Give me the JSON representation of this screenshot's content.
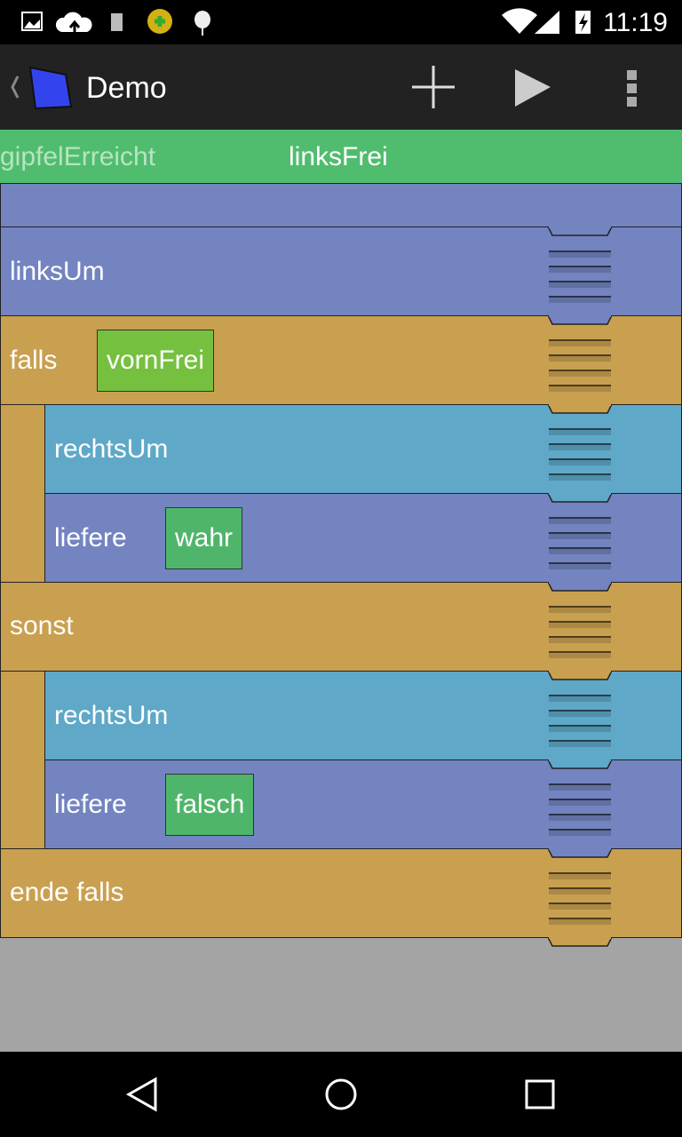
{
  "status": {
    "time": "11:19"
  },
  "appbar": {
    "title": "Demo"
  },
  "tabs": [
    "gipfelErreicht",
    "linksFrei"
  ],
  "blocks": {
    "b1": "linksUm",
    "b2": "falls",
    "b2c": "vornFrei",
    "b3": "rechtsUm",
    "b4": "liefere",
    "b4c": "wahr",
    "b5": "sonst",
    "b6": "rechtsUm",
    "b7": "liefere",
    "b7c": "falsch",
    "b8": "ende falls"
  },
  "colors": {
    "blue": "#7384c0",
    "orange": "#c9a050",
    "cyan": "#5fa8c8",
    "green": "#50bd6e"
  }
}
